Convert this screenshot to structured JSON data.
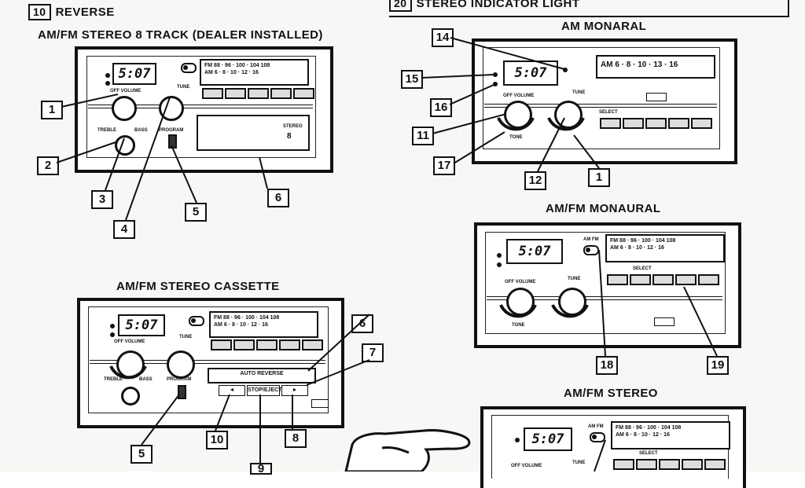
{
  "header": {
    "item10_num": "10",
    "item10_text": "REVERSE",
    "item20_num": "20",
    "item20_text": "STEREO INDICATOR LIGHT"
  },
  "radios": {
    "eight_track": {
      "title": "AM/FM STEREO 8 TRACK (DEALER INSTALLED)",
      "clock": "5:07",
      "tape_label": "STEREO",
      "tape_value": "8"
    },
    "am_mono": {
      "title": "AM MONARAL",
      "clock": "5:07"
    },
    "cassette": {
      "title": "AM/FM STEREO CASSETTE",
      "clock": "5:07",
      "auto_reverse": "AUTO REVERSE",
      "stop_eject": "STOP/EJECT",
      "rewind": "◄",
      "fwd": "►"
    },
    "amfm_mono": {
      "title": "AM/FM MONAURAL",
      "clock": "5:07"
    },
    "amfm_stereo": {
      "title": "AM/FM STEREO",
      "clock": "5:07"
    }
  },
  "control_labels": {
    "off_volume": "OFF VOLUME",
    "tune": "TUNE",
    "treble": "TREBLE",
    "bass": "BASS",
    "program": "PROGRAM",
    "select": "SELECT",
    "tone": "TONE",
    "amfm": "AM FM",
    "fm_scale": "FM 88 · 96 · 100 · 104 108",
    "am_scale": "AM 6 · 8 · 10 · 12 · 16",
    "am_only_scale": "AM 6 · 8 · 10 · 13 · 16"
  },
  "callouts": [
    "1",
    "2",
    "3",
    "4",
    "5",
    "6",
    "14",
    "15",
    "16",
    "11",
    "17",
    "12",
    "1",
    "6",
    "7",
    "5",
    "10",
    "8",
    "9",
    "18",
    "19"
  ]
}
